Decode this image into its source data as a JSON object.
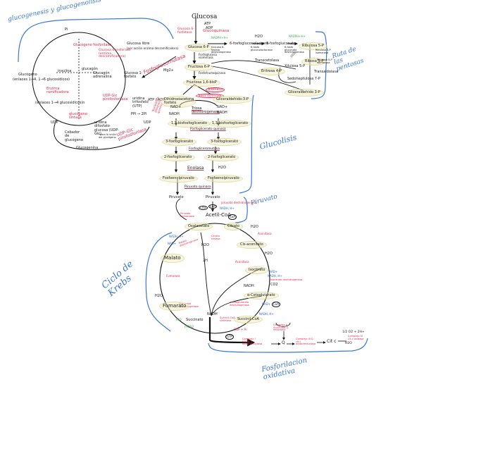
{
  "sections": {
    "glycogen": "glucogenesis y glucogenolisis",
    "pentose": "Ruta de las pentosas",
    "glycolysis": "Glucolisis",
    "pyruvate": "Piruvato",
    "krebs": "Ciclo de Krebs",
    "oxphos": "Fosforilacion oxidativa"
  },
  "glycogen_cycle": {
    "pi": "Pi",
    "glucosa_libre": "Glucosa libre",
    "glucosa_libre_note": "(por acción enzima desramificadora)",
    "glucosa_1p": "Glucosa 1-fosfato",
    "glucogeno_fosforilasa": "Glucógeno fosforilasa",
    "enz_transferasa": "Glucosa transferasa (enzima desramificadora)",
    "glucogeno": "Glucógeno",
    "glucogeno_enlaces": "(enlaces 1→4, 1→6 glucosidicos)",
    "enz_ramificadora": "Enzima ramificadora",
    "enlaces_1_4": "(enlaces 1→4 glucosidicos)n",
    "glucogeno_sintasa": "glucógeno sintasa",
    "udp_glc_pirofosforilasa": "UDP-Glc pirofosforilasa",
    "udp_glucosa": "uridina difosfato glucosa (UDP-Glc)",
    "udp_glucosa_note": "*para la unión del glucógeno",
    "uridina_trifosfato": "uridina trifosfato (UTP)",
    "ppi": "PPi → 2Pi",
    "udp": "UDP",
    "nucleosido_difosfato_quinasa": "Nucleósido difosfato quinasa",
    "udp_left": "UDP",
    "atp_adp": "ATP / ADP",
    "cebador": "Cebador de glucógeno",
    "glucogenina": "Glucogenina",
    "insulina": "insulina",
    "glucagon": "glucagón",
    "glucagon_adrenalina": "Glucagón adrenalina",
    "fosfoglucomutasa": "Fosfoglucomutasa",
    "mg": "Mg2+"
  },
  "glycolysis": {
    "glucosa": "Glucosa",
    "hexoquinasa": "Glucosa 6-fosfatasa",
    "glucoquinasa": "Glucoquinasa",
    "atp": "ATP",
    "adp": "ADP",
    "steps": [
      {
        "name": "Glucosa 6-P",
        "enzyme": "Fosfoglucosa isomerasa"
      },
      {
        "name": "Fructosa 6-P",
        "enzyme": "Fosfofructoquinasa"
      },
      {
        "name": "Fructosa 1,6-bisP",
        "enzyme": "Aldolasa"
      },
      {
        "name": "Dihidroxiacetona fosfato",
        "enzyme": "Triosa isomerasa"
      },
      {
        "name": "Gliceraldehido-3-P",
        "enzyme": "Triosa deshidrogenasa"
      },
      {
        "name": "1,3-bisfosfoglicerato",
        "enzyme": "Fosfoglicerato quinasa"
      },
      {
        "name": "3-fosfoglicerato",
        "enzyme": "Fosfogliceromutasa"
      },
      {
        "name": "2-fosfoglicerato",
        "enzyme": "Enolasa"
      },
      {
        "name": "Fosfoenolpiruvato",
        "enzyme": "Piruvato quinasa"
      },
      {
        "name": "Piruvato",
        "enzyme": ""
      }
    ],
    "nad": "NAD+",
    "nadh": "NADH",
    "h2o": "H2O"
  },
  "pentose": {
    "glucosa_6p": "Glucosa 6-P",
    "nadph": "NADPH+H+",
    "g6p_dh": "Glucosa 6-fosfato deshidrogenasa",
    "lactona": "6-fosfogluconolactona",
    "h2o": "H2O",
    "lactonasa": "6-fosfo gluconolactonasa",
    "gluconato": "6-fosfogluconato",
    "gluconato_dh": "6-fosfo gluconato deshidrogenasa",
    "nadph2": "NADPH+H+",
    "co2": "CO2",
    "ribulosa": "Ribulosa 5-P",
    "ribosa": "Ribosa 5-P",
    "ribulosa_isomerasa": "Ribulosa 5-P isomerasa",
    "xilulosa": "Xilulosa 5-P",
    "transcetolasa": "Transcetolasa",
    "transaldolasa": "Transaldolasa",
    "eritrosa": "Eritrosa 4-P",
    "sedoheptulosa": "Sedoheptulosa 7-P",
    "gliceraldehido": "Gliceraldehido 3-P",
    "epimerasa": "Ribulosa 5-P epimerasa"
  },
  "pyruvate": {
    "piruvato_dh": "piruvato deshidrogenasa",
    "acetil_coa": "Acetil-CoA",
    "coa": "CoA",
    "nadh": "NADH, H+",
    "co2": "CO2",
    "piruvato_carboxilasa": "Piruvato carboxilasa",
    "oxalacetato": "Oxalacetato",
    "citrato": "Citrato",
    "nadh_left": "NADH, H+",
    "nad_left": "NAD+"
  },
  "krebs": {
    "citrato_sintasa": "Citrato sintasa",
    "h2o": "H2O",
    "aconitasa": "Aconitasa",
    "cis_aconitato": "Cis-aconitato",
    "isocitrato": "Isocitrato",
    "isocitrato_dh": "Isocitrato deshidrogenasa",
    "nad": "NAD+",
    "nadh": "NADH, H+",
    "co2": "CO2",
    "alfa_ceto": "α-Cetoglutarato",
    "alfa_ceto_dh": "α-cetoglutarato deshidrogenasa",
    "succinil_coa": "Succinil-CoA",
    "succinil_sintasa": "Succinil-CoA sintetasa",
    "gtp": "GTP",
    "gdp": "GDP + Pi",
    "succinato": "Succinato",
    "succinato_dh": "Succinato deshidrogenasa",
    "fad": "FAD",
    "fadh2": "FADH2",
    "fumarato": "Fumarato",
    "fumarasa": "Fumarasa",
    "h2o_b": "H2O",
    "malato": "Malato",
    "malato_dh": "Malato deshidrogenasa",
    "nadh_m": "NADH, H+",
    "nad_m": "NAD+",
    "two_h": "2H",
    "nadh_label": "NADH"
  },
  "oxphos": {
    "complejo1": "Complejo I NADH-Q oxidorreductasa",
    "q": "Q",
    "complejo3": "Complejo III Q-cit c oxidorreductasa",
    "cit_c": "Cit c",
    "complejo4": "Complejo IV Cit c oxidasa",
    "o2": "1/2 O2 + 2H+",
    "h2o": "H2O",
    "complejo2": "Complejo II Succinato-Q reductasa"
  }
}
